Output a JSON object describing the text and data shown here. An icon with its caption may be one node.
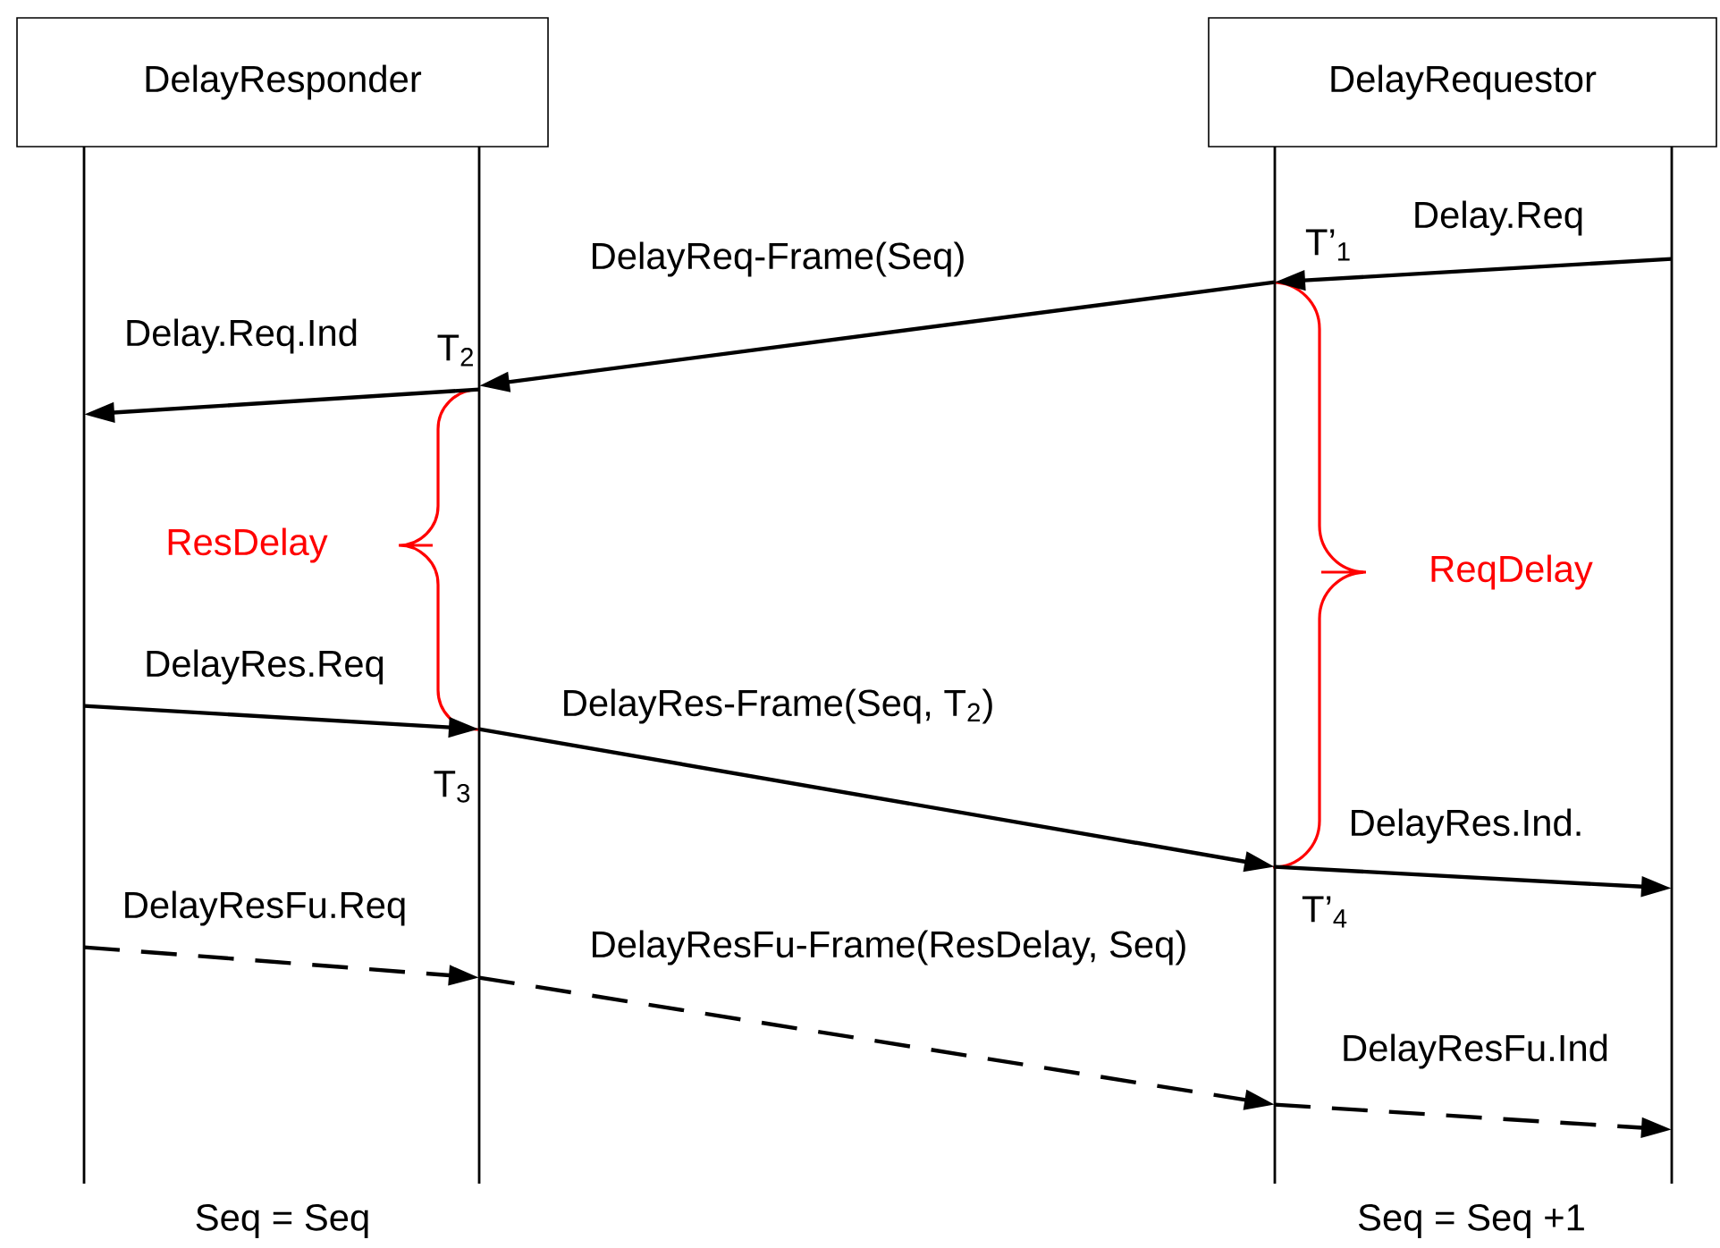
{
  "diagram": {
    "nodes": [
      {
        "text": [
          "DelayResponder"
        ]
      },
      {
        "text": [
          "DelayRequestor"
        ]
      },
      {
        "text": [],
        "shape": "bar"
      },
      {
        "text": [],
        "shape": "bar"
      },
      {
        "text": [],
        "shape": "bar"
      },
      {
        "text": [],
        "shape": "bar"
      }
    ],
    "edges": [
      {
        "from": 5,
        "to": 4,
        "arrow": "to",
        "label": "Delay.Req"
      },
      {
        "from": 4,
        "to": 3,
        "arrow": "to",
        "label": "DelayReq-Frame(Seq)"
      },
      {
        "from": 3,
        "to": 2,
        "arrow": "to",
        "label": "Delay.Req.Ind"
      },
      {
        "from": 2,
        "to": 3,
        "arrow": "to",
        "label": "DelayRes.Req"
      },
      {
        "from": 3,
        "to": 4,
        "arrow": "to",
        "label": "DelayRes-Frame(Seq, T$_{2}$)"
      },
      {
        "from": 4,
        "to": 5,
        "arrow": "to",
        "label": "DelayRes.Ind."
      },
      {
        "from": 2,
        "to": 3,
        "arrow": "to",
        "label": "DelayResFu.Req",
        "style": "dashed"
      },
      {
        "from": 3,
        "to": 4,
        "arrow": "to",
        "label": "DelayResFu-Frame(ResDelay, Seq)",
        "style": "dashed"
      },
      {
        "from": 4,
        "to": 5,
        "arrow": "to",
        "label": "DelayResFu.Ind",
        "style": "dashed"
      }
    ],
    "labels": [
      "T’$_{1}$",
      "T$_{2}$",
      "T$_{3}$",
      "T’$_{4}$",
      "ResDelay",
      "ReqDelay",
      "Seq = Seq",
      "Seq = Seq +1"
    ]
  }
}
